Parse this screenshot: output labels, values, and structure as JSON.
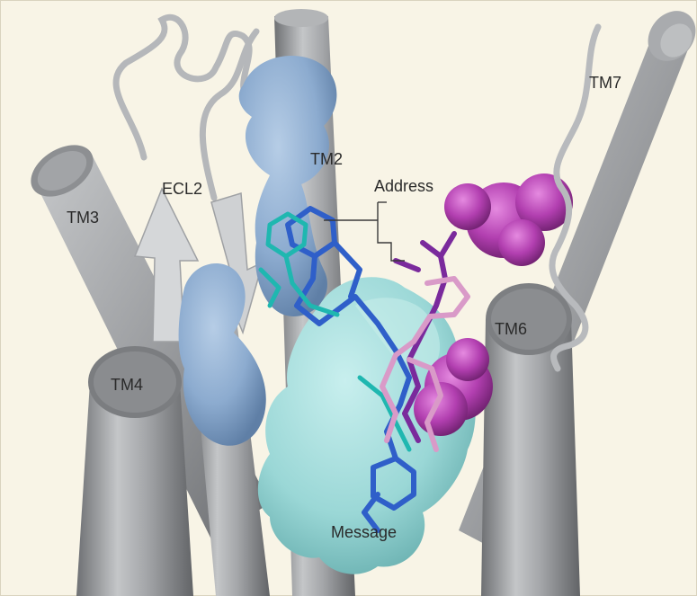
{
  "figure": {
    "labels": {
      "tm2": "TM2",
      "tm3": "TM3",
      "tm4": "TM4",
      "tm6": "TM6",
      "tm7": "TM7",
      "ecl2": "ECL2",
      "address": "Address",
      "message": "Message"
    },
    "colors": {
      "background": "#f8f4e6",
      "helix": "#9d9fa2",
      "helix_light": "#c9cacc",
      "helix_dark": "#6f7174",
      "surface_blue": "#8eaed0",
      "surface_cyan": "#9fdcdc",
      "ligand_blue": "#2f5fc9",
      "ligand_teal": "#1fb7b0",
      "ligand_purple": "#7a2a9c",
      "ligand_pink": "#d99ac8",
      "sphere_magenta": "#b23fb0"
    }
  }
}
